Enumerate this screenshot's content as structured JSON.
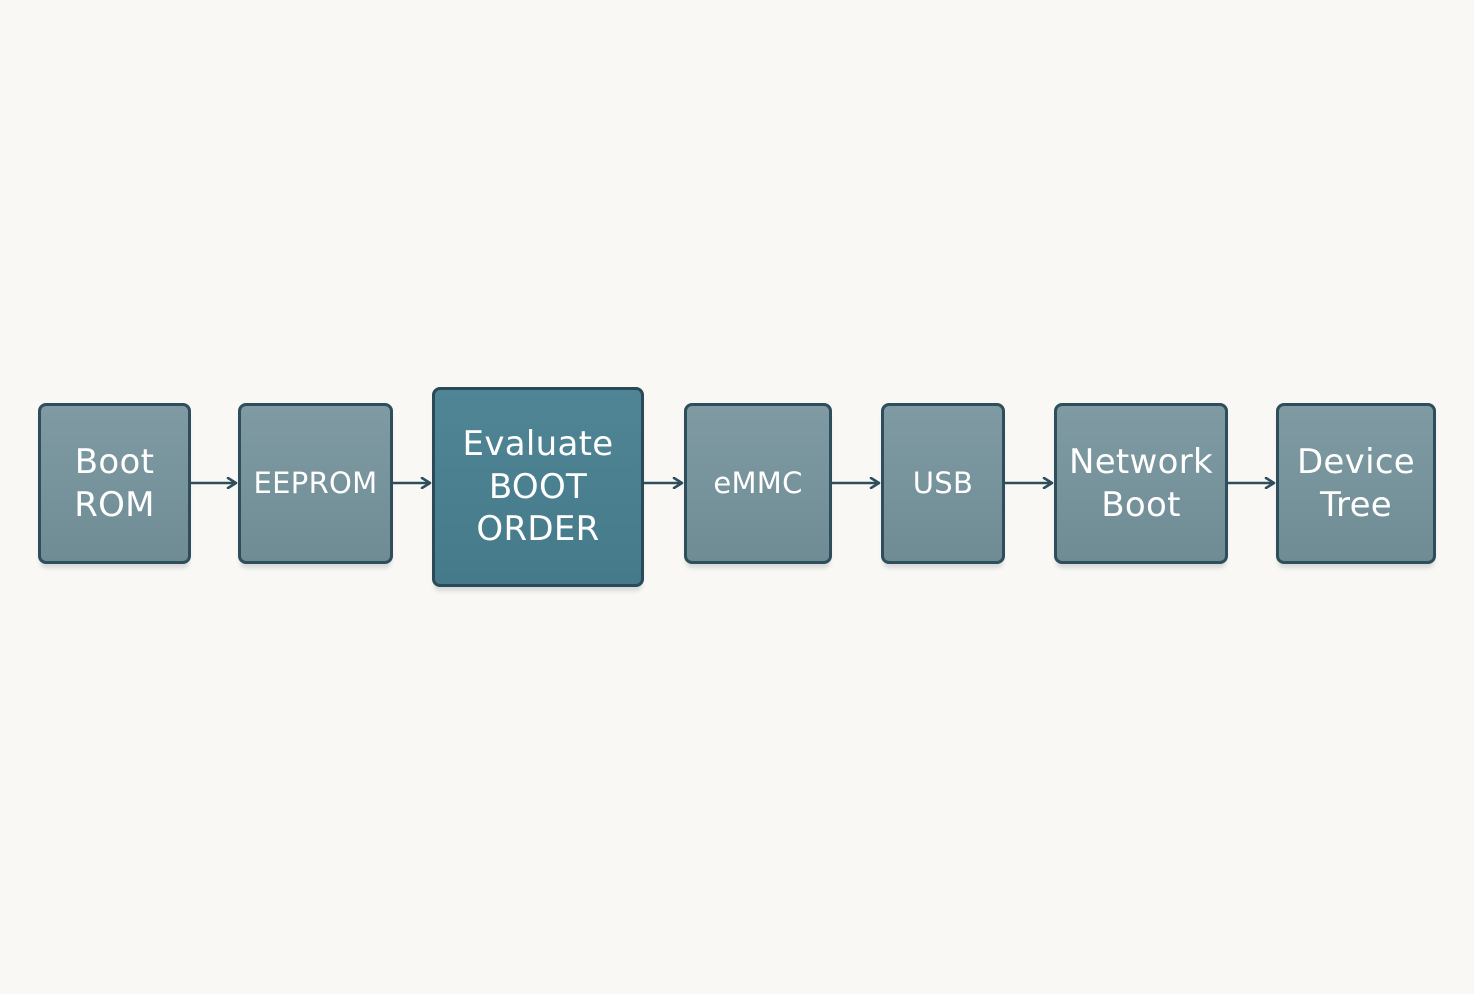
{
  "diagram": {
    "nodes": [
      {
        "id": "boot-rom",
        "label": "Boot\nROM",
        "highlight": false
      },
      {
        "id": "eeprom",
        "label": "EEPROM",
        "highlight": false
      },
      {
        "id": "evaluate-boot-order",
        "label": "Evaluate\nBOOT\nORDER",
        "highlight": true
      },
      {
        "id": "emmc",
        "label": "eMMC",
        "highlight": false
      },
      {
        "id": "usb",
        "label": "USB",
        "highlight": false
      },
      {
        "id": "network-boot",
        "label": "Network\nBoot",
        "highlight": false
      },
      {
        "id": "device-tree",
        "label": "Device\nTree",
        "highlight": false
      }
    ],
    "edges": [
      {
        "from": "boot-rom",
        "to": "eeprom"
      },
      {
        "from": "eeprom",
        "to": "evaluate-boot-order"
      },
      {
        "from": "evaluate-boot-order",
        "to": "emmc"
      },
      {
        "from": "emmc",
        "to": "usb"
      },
      {
        "from": "usb",
        "to": "network-boot"
      },
      {
        "from": "network-boot",
        "to": "device-tree"
      }
    ],
    "colors": {
      "node_fill": "#7b969e",
      "node_highlight_fill": "#4d8292",
      "node_border": "#2f4e5c",
      "arrow": "#2f4e5c",
      "background": "#f9f8f5"
    }
  }
}
